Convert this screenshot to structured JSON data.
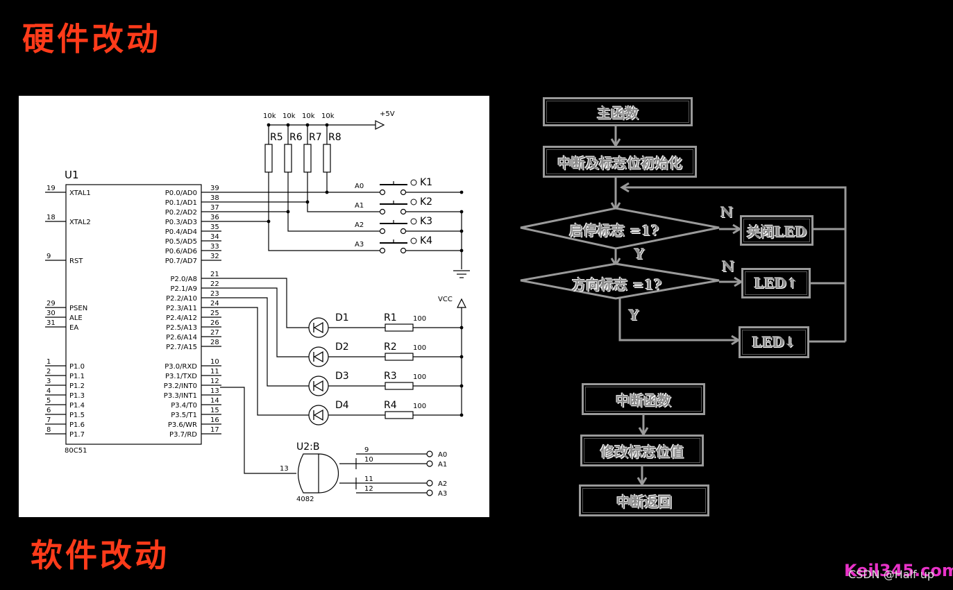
{
  "titles": {
    "hardware": "硬件改动",
    "software": "软件改动"
  },
  "schematic": {
    "mcu": {
      "ref": "U1",
      "part": "80C51"
    },
    "left_pins": [
      {
        "num": "19",
        "name": "XTAL1"
      },
      {
        "num": "18",
        "name": "XTAL2"
      },
      {
        "num": "9",
        "name": "RST"
      },
      {
        "num": "29",
        "name": "PSEN"
      },
      {
        "num": "30",
        "name": "ALE"
      },
      {
        "num": "31",
        "name": "EA"
      },
      {
        "num": "1",
        "name": "P1.0"
      },
      {
        "num": "2",
        "name": "P1.1"
      },
      {
        "num": "3",
        "name": "P1.2"
      },
      {
        "num": "4",
        "name": "P1.3"
      },
      {
        "num": "5",
        "name": "P1.4"
      },
      {
        "num": "6",
        "name": "P1.5"
      },
      {
        "num": "7",
        "name": "P1.6"
      },
      {
        "num": "8",
        "name": "P1.7"
      }
    ],
    "right_pins": [
      {
        "num": "39",
        "name": "P0.0/AD0"
      },
      {
        "num": "38",
        "name": "P0.1/AD1"
      },
      {
        "num": "37",
        "name": "P0.2/AD2"
      },
      {
        "num": "36",
        "name": "P0.3/AD3"
      },
      {
        "num": "35",
        "name": "P0.4/AD4"
      },
      {
        "num": "34",
        "name": "P0.5/AD5"
      },
      {
        "num": "33",
        "name": "P0.6/AD6"
      },
      {
        "num": "32",
        "name": "P0.7/AD7"
      },
      {
        "num": "21",
        "name": "P2.0/A8"
      },
      {
        "num": "22",
        "name": "P2.1/A9"
      },
      {
        "num": "23",
        "name": "P2.2/A10"
      },
      {
        "num": "24",
        "name": "P2.3/A11"
      },
      {
        "num": "25",
        "name": "P2.4/A12"
      },
      {
        "num": "26",
        "name": "P2.5/A13"
      },
      {
        "num": "27",
        "name": "P2.6/A14"
      },
      {
        "num": "28",
        "name": "P2.7/A15"
      },
      {
        "num": "10",
        "name": "P3.0/RXD"
      },
      {
        "num": "11",
        "name": "P3.1/TXD"
      },
      {
        "num": "12",
        "name": "P3.2/INT0"
      },
      {
        "num": "13",
        "name": "P3.3/INT1"
      },
      {
        "num": "14",
        "name": "P3.4/T0"
      },
      {
        "num": "15",
        "name": "P3.5/T1"
      },
      {
        "num": "16",
        "name": "P3.6/WR"
      },
      {
        "num": "17",
        "name": "P3.7/RD"
      }
    ],
    "pullups": [
      {
        "ref": "R5",
        "value": "10k"
      },
      {
        "ref": "R6",
        "value": "10k"
      },
      {
        "ref": "R7",
        "value": "10k"
      },
      {
        "ref": "R8",
        "value": "10k"
      }
    ],
    "supply": "+5V",
    "vcc": "VCC",
    "keys": [
      {
        "ref": "K1",
        "net": "A0"
      },
      {
        "ref": "K2",
        "net": "A1"
      },
      {
        "ref": "K3",
        "net": "A2"
      },
      {
        "ref": "K4",
        "net": "A3"
      }
    ],
    "leds": [
      {
        "led": "D1",
        "res": "R1",
        "value": "100"
      },
      {
        "led": "D2",
        "res": "R2",
        "value": "100"
      },
      {
        "led": "D3",
        "res": "R3",
        "value": "100"
      },
      {
        "led": "D4",
        "res": "R4",
        "value": "100"
      }
    ],
    "gate": {
      "ref": "U2:B",
      "part": "4082",
      "out_pin": "13",
      "inputs": [
        {
          "pin": "9",
          "net": "A0"
        },
        {
          "pin": "10",
          "net": "A1"
        },
        {
          "pin": "11",
          "net": "A2"
        },
        {
          "pin": "12",
          "net": "A3"
        }
      ]
    }
  },
  "flowchart": {
    "main": "主函数",
    "init": "中断及标志位初始化",
    "decision1": "启停标志 =1?",
    "decision2": "方向标志 =1?",
    "no_label": "N",
    "yes_label": "Y",
    "off": "关闭LED",
    "up": "LED↑",
    "down": "LED↓",
    "isr": "中断函数",
    "modify": "修改标志位值",
    "ret": "中断返回"
  },
  "watermark": {
    "site": "Keil345.com",
    "csdn": "CSDN @Half up"
  }
}
